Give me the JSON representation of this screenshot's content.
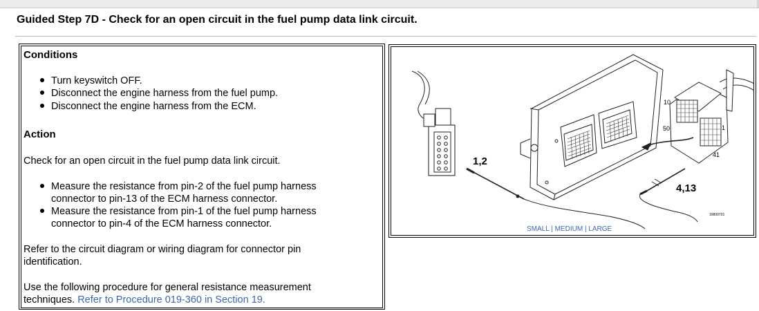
{
  "title": "Guided Step 7D - Check for an open circuit in the fuel pump data link circuit.",
  "conditions": {
    "heading": "Conditions",
    "items": [
      "Turn keyswitch OFF.",
      "Disconnect the engine harness from the fuel pump.",
      "Disconnect the engine harness from the ECM."
    ]
  },
  "action": {
    "heading": "Action",
    "intro": "Check for an open circuit in the fuel pump data link circuit.",
    "items": [
      {
        "line1": "Measure the resistance from pin-2 of the fuel pump harness",
        "line2": "connector to pin-13 of the ECM harness connector."
      },
      {
        "line1": "Measure the resistance from pin-1 of the fuel pump harness",
        "line2": "connector to pin-4 of the ECM harness connector."
      }
    ],
    "refer_line1": "Refer to the circuit diagram or wiring diagram for connector pin",
    "refer_line2": "identification.",
    "proc_line1": "Use the following procedure for general resistance measurement",
    "proc_line2_prefix": "techniques.",
    "proc_link": "Refer to Procedure 019-360 in Section 19."
  },
  "figure": {
    "label_left_probe": "1,2",
    "label_right_probe": "4,13",
    "pin_10": "10",
    "pin_50": "50",
    "pin_1": "1",
    "pin_41": "41",
    "figure_id": "19800731",
    "size_links": [
      "SMALL",
      "MEDIUM",
      "LARGE"
    ],
    "separator": "|"
  }
}
